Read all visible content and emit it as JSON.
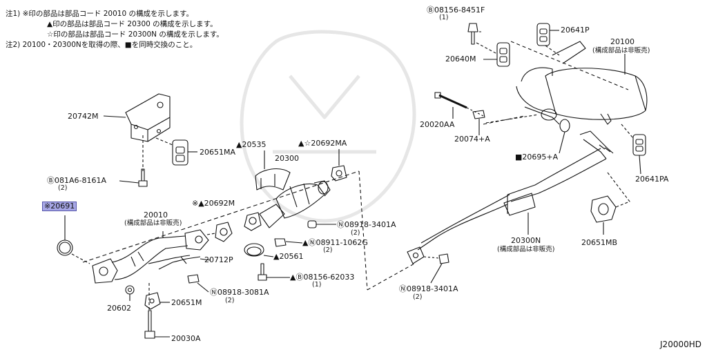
{
  "notes": [
    "注1) ※印の部品は部品コード 20010 の構成を示します。",
    "▲印の部品は部品コード 20300 の構成を示します。",
    "☆印の部品は部品コード 20300N の構成を示します。",
    "注2) 20100・20300Nを取得の際、■を同時交換のこと。"
  ],
  "labels": {
    "p20742m": "20742M",
    "p20651ma": "20651MA",
    "p20535": "▲20535",
    "p20692ma": "▲☆20692MA",
    "p20300": "20300",
    "p081a6": "081A6-8161A",
    "p081a6_qty": "(2)",
    "p20691": "※20691",
    "p20010": "20010",
    "p20010_sub": "(構成部品は非販売)",
    "p20692m": "※▲20692M",
    "p08918_a": "08918-3401A",
    "p08918_a_qty": "(2)",
    "p08911": "08911-1062G",
    "p08911_qty": "(2)",
    "p20712p": "20712P",
    "p20561": "▲20561",
    "p08156_b": "08156-62033",
    "p08156_b_qty": "(1)",
    "p08918_c": "08918-3081A",
    "p08918_c_qty": "(2)",
    "p20602": "20602",
    "p20651m": "20651M",
    "p20030a": "20030A",
    "p08156_t": "08156-8451F",
    "p08156_t_qty": "(1)",
    "p20641p": "20641P",
    "p20100": "20100",
    "p20100_sub": "(構成部品は非販売)",
    "p20640m": "20640M",
    "p20020aa": "20020AA",
    "p20074": "20074+A",
    "p20695": "■20695+A",
    "p20641pa": "20641PA",
    "p20300n": "20300N",
    "p20300n_sub": "(構成部品は非販売)",
    "p20651mb": "20651MB",
    "p08918_d": "08918-3401A",
    "p08918_d_qty": "(2)",
    "diagram_id": "J20000HD"
  },
  "selected_part": "20691",
  "colors": {
    "highlight": "#a7a7e6",
    "line": "#111111"
  }
}
